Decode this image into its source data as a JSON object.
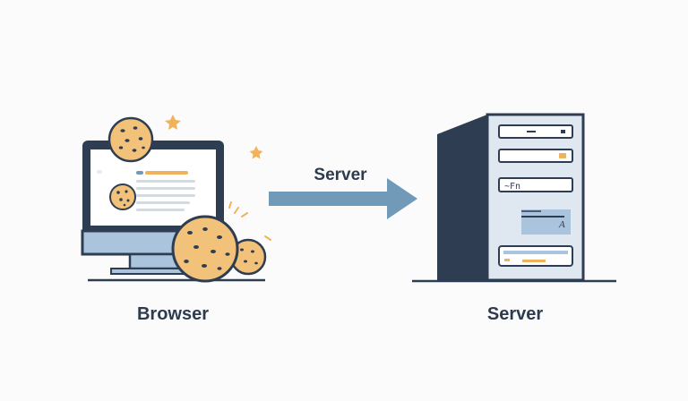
{
  "labels": {
    "browser": "Browser",
    "server": "Server",
    "arrow": "Server"
  },
  "server_unit": {
    "drive_text": "~Fn",
    "bay_glyph": "A"
  },
  "colors": {
    "background": "#fbfbfb",
    "dark_navy": "#2f3d52",
    "light_blue": "#a9c4dc",
    "arrow_blue": "#7199b8",
    "cookie_fill": "#f3c27a",
    "cookie_outline": "#2f3d52",
    "cookie_chip": "#2f3d52",
    "accent_orange": "#f0b25a",
    "label_text": "#2e3b4e"
  },
  "icons": {
    "computer": "monitor-icon",
    "cookie": "cookie-icon",
    "server": "server-tower-icon",
    "arrow": "arrow-right-icon",
    "sparkle": "sparkle-icon"
  }
}
